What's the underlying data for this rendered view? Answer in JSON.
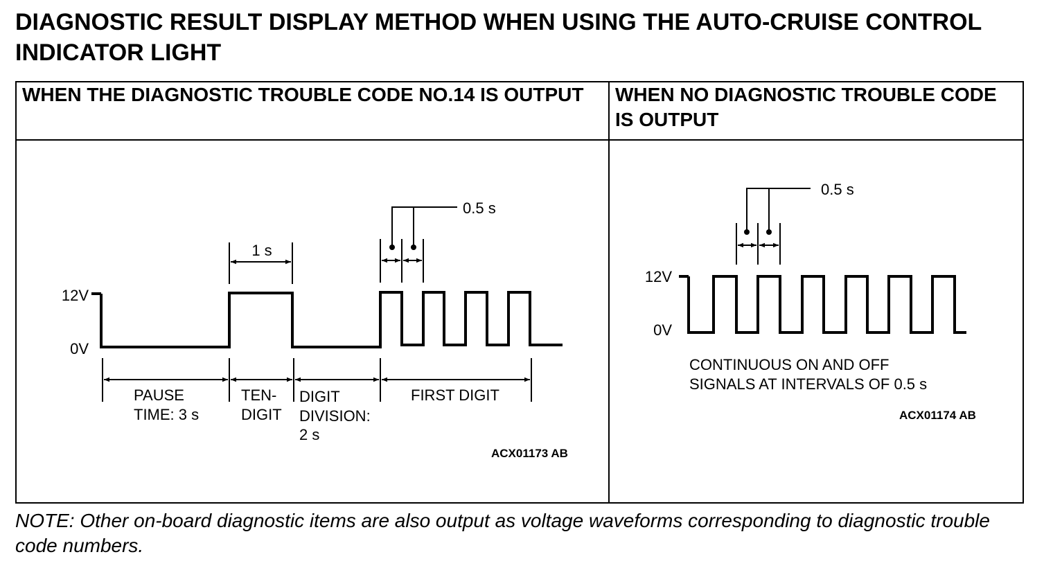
{
  "title": "DIAGNOSTIC RESULT DISPLAY METHOD WHEN USING THE AUTO-CRUISE CONTROL INDICATOR LIGHT",
  "left_panel": {
    "header": "WHEN THE DIAGNOSTIC TROUBLE CODE NO.14 IS OUTPUT",
    "voltage_high": "12V",
    "voltage_low": "0V",
    "label_1s": "1 s",
    "label_half_s": "0.5 s",
    "pause_line1": "PAUSE",
    "pause_line2": "TIME: 3 s",
    "ten_line1": "TEN-",
    "ten_line2": "DIGIT",
    "division_line1": "DIGIT",
    "division_line2": "DIVISION:",
    "division_line3": "2 s",
    "first_digit": "FIRST DIGIT",
    "figure_code": "ACX01173 AB"
  },
  "right_panel": {
    "header": "WHEN NO DIAGNOSTIC TROUBLE CODE IS OUTPUT",
    "voltage_high": "12V",
    "voltage_low": "0V",
    "label_half_s": "0.5 s",
    "caption_line1": "CONTINUOUS ON AND OFF",
    "caption_line2": "SIGNALS AT INTERVALS OF 0.5 s",
    "figure_code": "ACX01174 AB"
  },
  "note": "NOTE: Other on-board diagnostic items are also output as voltage waveforms corresponding to diagnostic trouble code numbers."
}
